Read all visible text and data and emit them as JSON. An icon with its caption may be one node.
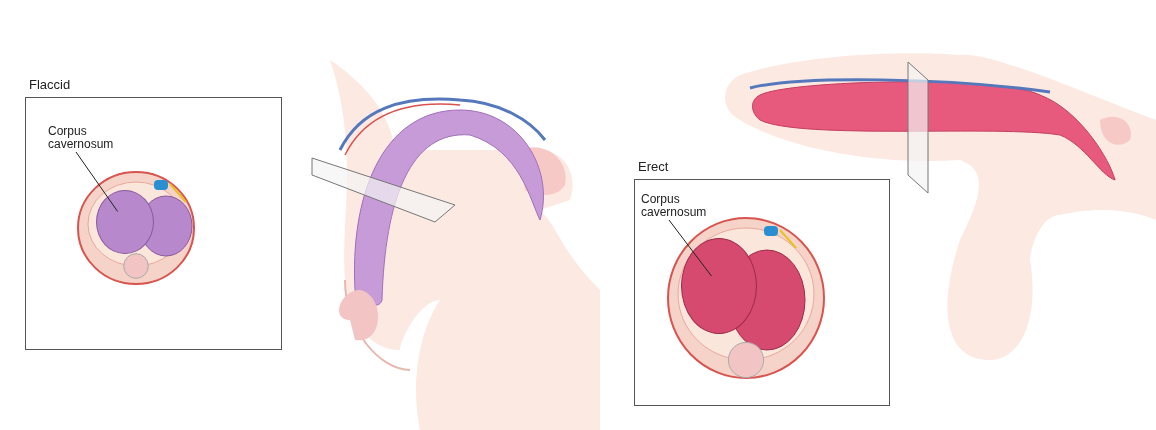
{
  "diagram": {
    "nodes": [
      {
        "text": [
          "Flaccid"
        ]
      },
      {
        "text": [
          "Corpus cavernosum"
        ],
        "in": 0
      },
      {
        "text": [],
        "shape": "circle",
        "in": 0
      },
      {
        "text": [
          "Erect"
        ]
      },
      {
        "text": [
          "Corpus cavernosum"
        ],
        "in": 3
      },
      {
        "text": [],
        "shape": "circle",
        "in": 3
      }
    ],
    "edges": [
      {
        "from": 1,
        "to": 2,
        "arrow": "none"
      },
      {
        "from": 4,
        "to": 5,
        "arrow": "none"
      }
    ]
  }
}
